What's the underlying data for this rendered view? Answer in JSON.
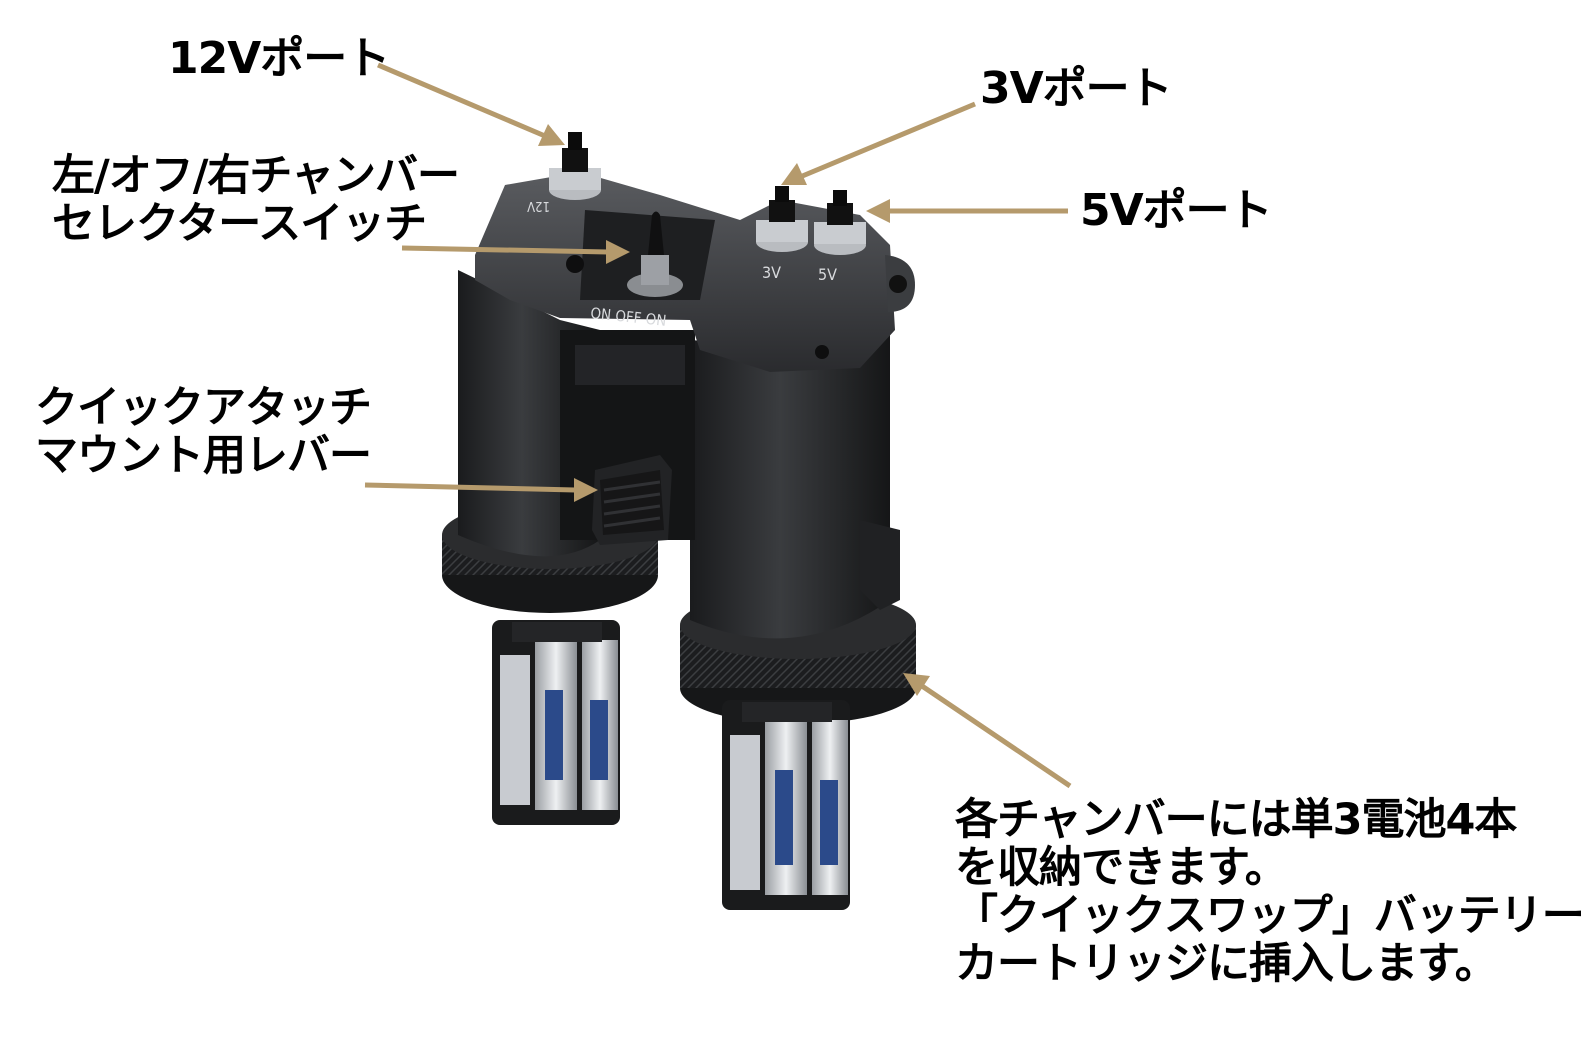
{
  "diagram": {
    "device_markings": {
      "switch_positions": "ON OFF ON",
      "port_12v": "12V",
      "port_3v": "3V",
      "port_5v": "5V"
    },
    "labels": {
      "port_12v": "12Vポート",
      "port_3v": "3Vポート",
      "port_5v": "5Vポート",
      "selector_switch_line1": "左/オフ/右チャンバー",
      "selector_switch_line2": "セレクタースイッチ",
      "lever_line1": "クイックアタッチ",
      "lever_line2": "マウント用レバー",
      "chamber_line1": "各チャンバーには単3電池4本",
      "chamber_line2": "を収納できます。",
      "chamber_line3": "「クイックスワップ」バッテリー",
      "chamber_line4": "カートリッジに挿入します。"
    },
    "colors": {
      "arrow": "#b59a6c",
      "body": "#2a2b2d",
      "body_highlight": "#55575b",
      "text": "#000000"
    }
  }
}
